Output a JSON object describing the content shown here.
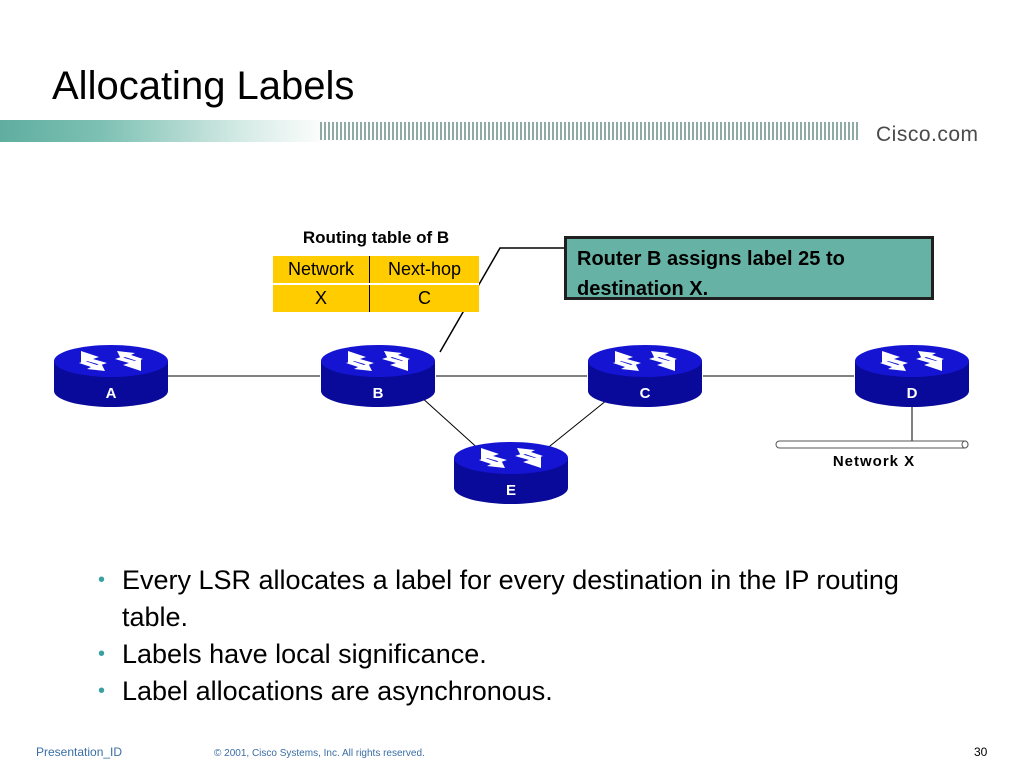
{
  "slide": {
    "title": "Allocating Labels",
    "brand": "Cisco.com"
  },
  "routing_table": {
    "caption": "Routing table of B",
    "headers": [
      "Network",
      "Next-hop"
    ],
    "row": [
      "X",
      "C"
    ]
  },
  "callout": {
    "text": "Router B assigns label 25 to destination X."
  },
  "routers": {
    "a": "A",
    "b": "B",
    "c": "C",
    "d": "D",
    "e": "E"
  },
  "network": {
    "label": "Network X"
  },
  "bullets": [
    "Every LSR allocates a label for every destination in the IP routing table.",
    "Labels have local significance.",
    "Label allocations are asynchronous."
  ],
  "footer": {
    "presentation_id": "Presentation_ID",
    "copyright": "© 2001, Cisco Systems, Inc. All rights reserved.",
    "page": "30"
  },
  "colors": {
    "router_blue": "#1010c8",
    "table_fill": "#ffcc00",
    "callout_fill": "#66b3a5",
    "accent_bar": "#66b3a5"
  }
}
